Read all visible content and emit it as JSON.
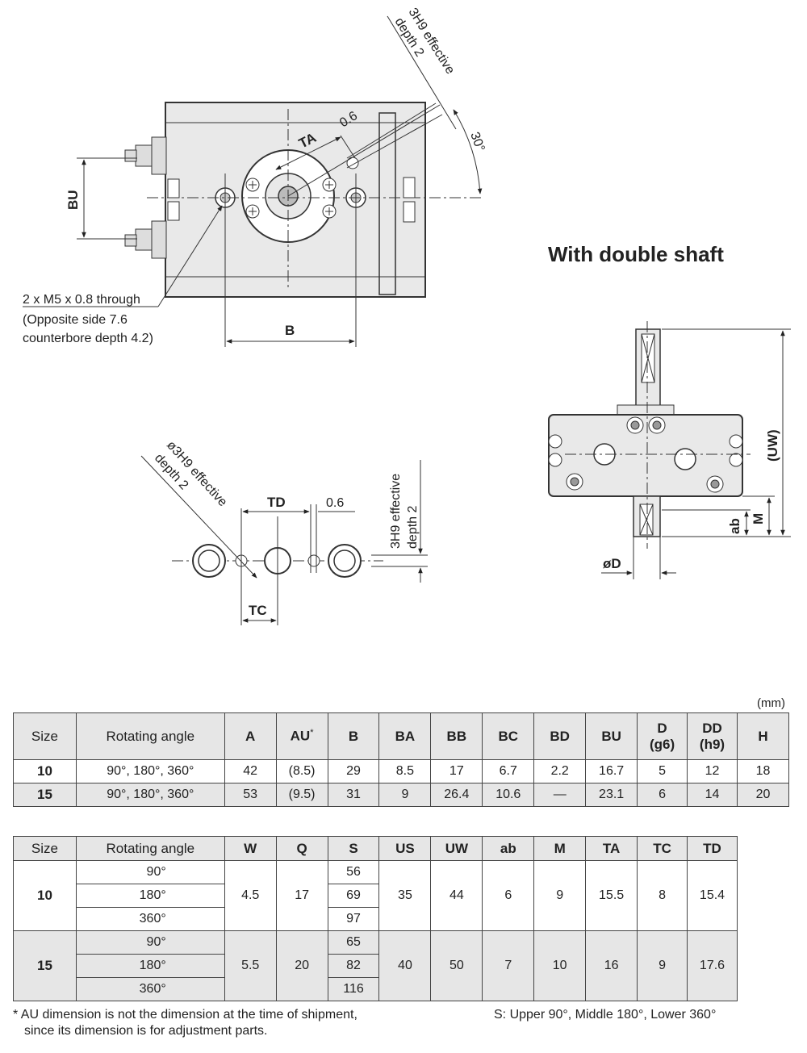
{
  "diagram": {
    "top_view": {
      "hole_label": "3H9 effective",
      "hole_depth": "depth 2",
      "dim_ta": "TA",
      "dim_06": "0.6",
      "angle": "30°",
      "dim_bu": "BU",
      "dim_b": "B",
      "thread_note_1": "2 x M5 x 0.8 through",
      "thread_note_2": "(Opposite side 7.6",
      "thread_note_3": "counterbore depth 4.2)"
    },
    "detail_view": {
      "hole_label": "ø3H9 effective",
      "hole_depth": "depth 2",
      "dim_td": "TD",
      "dim_06": "0.6",
      "dim_tc": "TC",
      "right_label": "3H9 effective",
      "right_depth": "depth 2"
    },
    "double_shaft": {
      "title": "With double shaft",
      "dim_uw": "(UW)",
      "dim_ab": "ab",
      "dim_m": "M",
      "dim_d": "øD"
    }
  },
  "table1": {
    "unit": "(mm)",
    "headers": [
      "Size",
      "Rotating angle",
      "A",
      "AU*",
      "B",
      "BA",
      "BB",
      "BC",
      "BD",
      "BU",
      "D (g6)",
      "DD (h9)",
      "H"
    ],
    "header_main": [
      "Size",
      "Rotating angle",
      "A",
      "AU",
      "B",
      "BA",
      "BB",
      "BC",
      "BD",
      "BU",
      "D",
      "DD",
      "H"
    ],
    "header_sup": {
      "au": "*"
    },
    "header_sub": {
      "d": "(g6)",
      "dd": "(h9)"
    },
    "rows": [
      [
        "10",
        "90°, 180°, 360°",
        "42",
        "(8.5)",
        "29",
        "8.5",
        "17",
        "6.7",
        "2.2",
        "16.7",
        "5",
        "12",
        "18"
      ],
      [
        "15",
        "90°, 180°, 360°",
        "53",
        "(9.5)",
        "31",
        "9",
        "26.4",
        "10.6",
        "—",
        "23.1",
        "6",
        "14",
        "20"
      ]
    ]
  },
  "table2": {
    "headers": [
      "Size",
      "Rotating angle",
      "W",
      "Q",
      "S",
      "US",
      "UW",
      "ab",
      "M",
      "TA",
      "TC",
      "TD"
    ],
    "groups": [
      {
        "size": "10",
        "angles": [
          "90°",
          "180°",
          "360°"
        ],
        "s": [
          "56",
          "69",
          "97"
        ],
        "w": "4.5",
        "q": "17",
        "us": "35",
        "uw": "44",
        "ab": "6",
        "m": "9",
        "ta": "15.5",
        "tc": "8",
        "td": "15.4"
      },
      {
        "size": "15",
        "angles": [
          "90°",
          "180°",
          "360°"
        ],
        "s": [
          "65",
          "82",
          "116"
        ],
        "w": "5.5",
        "q": "20",
        "us": "40",
        "uw": "50",
        "ab": "7",
        "m": "10",
        "ta": "16",
        "tc": "9",
        "td": "17.6"
      }
    ]
  },
  "notes": {
    "au_line1": "* AU dimension is not the dimension at the time of shipment,",
    "au_line2": "since its dimension is for adjustment parts.",
    "s_note": "S: Upper 90°, Middle 180°, Lower 360°"
  }
}
